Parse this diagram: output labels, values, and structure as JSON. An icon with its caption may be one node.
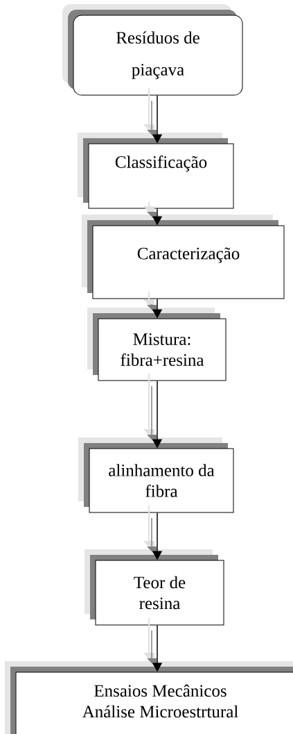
{
  "diagram": {
    "nodes": [
      {
        "text": [
          "Resíduos de piaçava"
        ]
      },
      {
        "text": [
          "Classificação"
        ]
      },
      {
        "text": [
          "Caracterização"
        ]
      },
      {
        "text": [
          "Mistura: fibra+resina"
        ]
      },
      {
        "text": [
          "alinhamento da fibra"
        ]
      },
      {
        "text": [
          "Teor de resina"
        ]
      },
      {
        "text": [
          "Ensaios Mecânicos",
          "Análise Microestrtural"
        ]
      }
    ],
    "edges": [
      {
        "from": 0,
        "to": 1,
        "arrow": "to"
      },
      {
        "from": 1,
        "to": 2,
        "arrow": "to"
      },
      {
        "from": 2,
        "to": 3,
        "arrow": "to"
      },
      {
        "from": 3,
        "to": 4,
        "arrow": "to"
      },
      {
        "from": 4,
        "to": 5,
        "arrow": "to"
      },
      {
        "from": 5,
        "to": 6,
        "arrow": "to"
      }
    ]
  }
}
